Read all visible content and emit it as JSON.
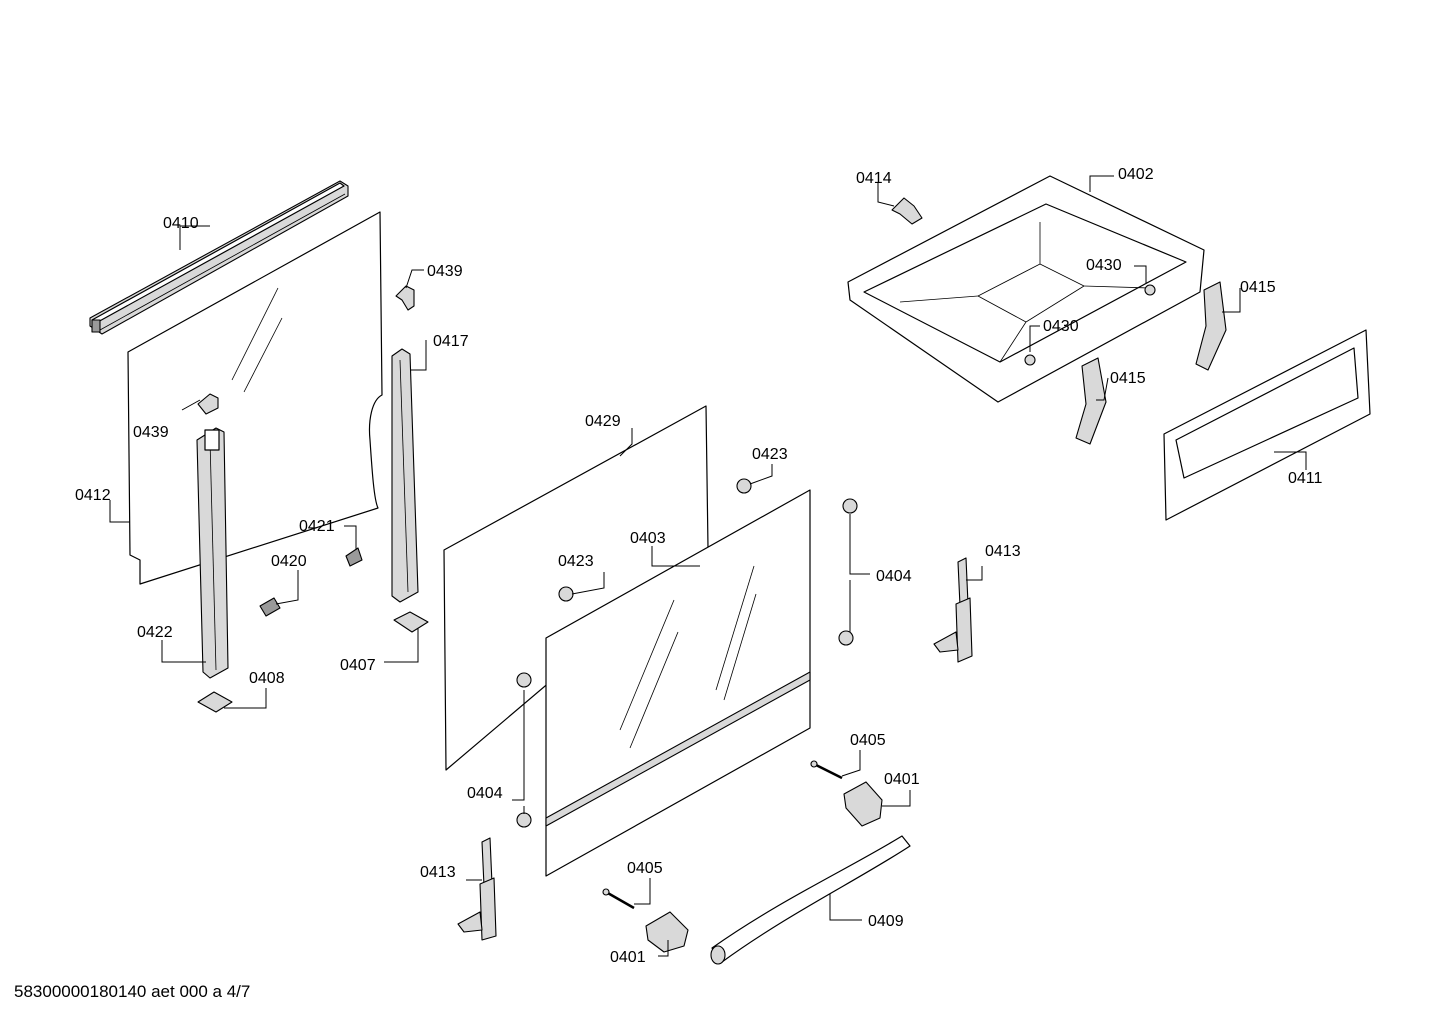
{
  "footer": {
    "doc_code": "58300000180140 aet 000 a 4/7"
  },
  "labels": {
    "l0410": "0410",
    "l0439a": "0439",
    "l0439b": "0439",
    "l0417": "0417",
    "l0412": "0412",
    "l0421": "0421",
    "l0420": "0420",
    "l0422": "0422",
    "l0408": "0408",
    "l0407": "0407",
    "l0429": "0429",
    "l0423a": "0423",
    "l0423b": "0423",
    "l0403": "0403",
    "l0404a": "0404",
    "l0404b": "0404",
    "l0413a": "0413",
    "l0413b": "0413",
    "l0405a": "0405",
    "l0405b": "0405",
    "l0401a": "0401",
    "l0401b": "0401",
    "l0409": "0409",
    "l0414": "0414",
    "l0402": "0402",
    "l0430a": "0430",
    "l0430b": "0430",
    "l0415a": "0415",
    "l0415b": "0415",
    "l0411": "0411"
  }
}
